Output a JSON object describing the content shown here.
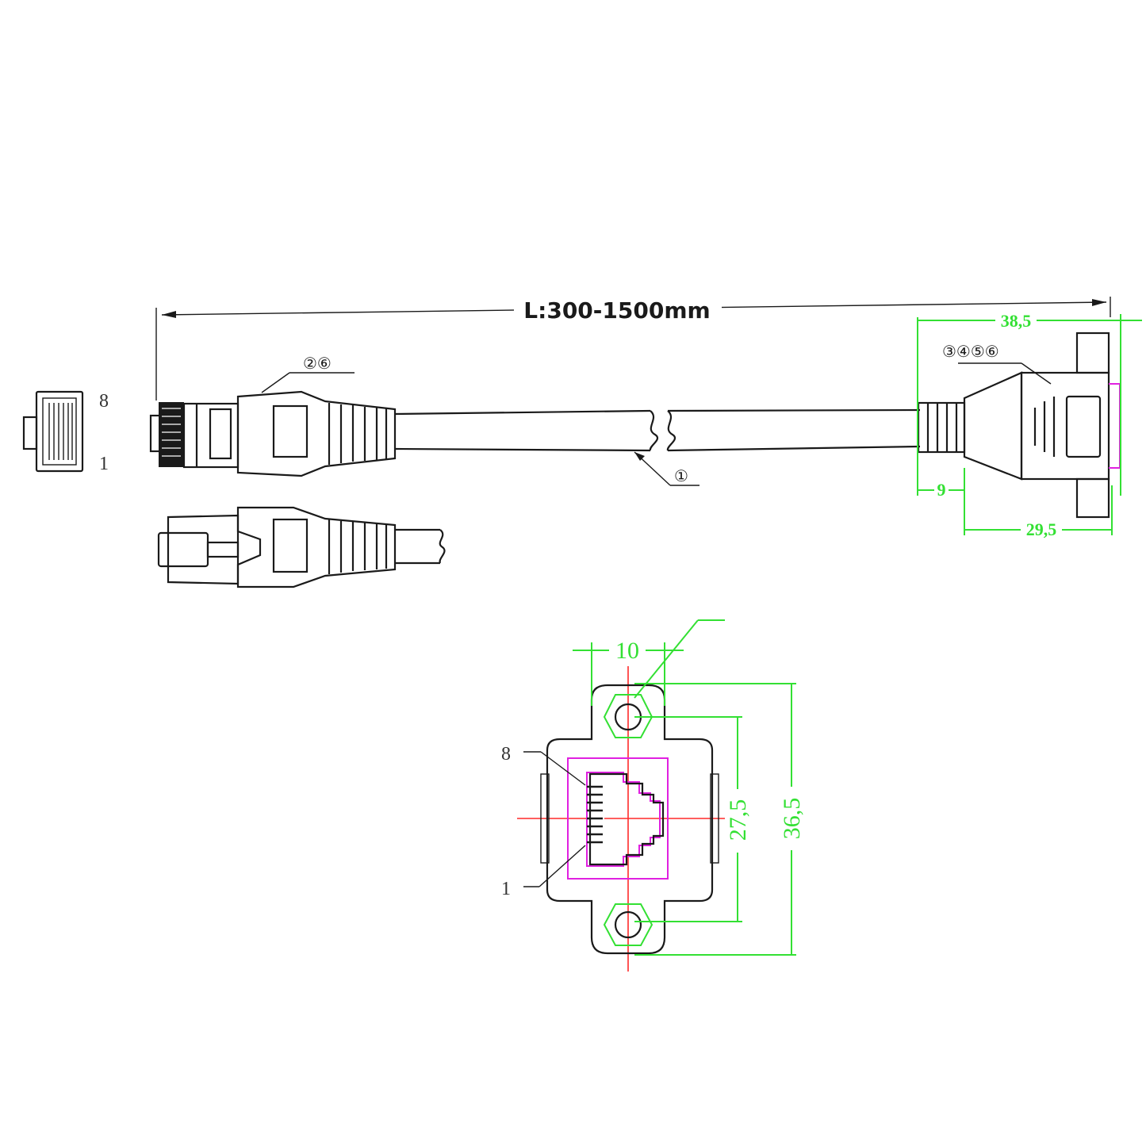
{
  "length_label": "L:300-1500mm",
  "plug_end": {
    "pin_top": "8",
    "pin_bottom": "1",
    "callout": "②⑥"
  },
  "cable": {
    "callout": "①"
  },
  "panel_end": {
    "callout": "③④⑤⑥",
    "dim_total": "38,5",
    "dim_strain": "9",
    "dim_body": "29,5"
  },
  "front_view": {
    "dim_width": "10",
    "dim_hole_spacing": "27,5",
    "dim_height": "36,5",
    "pin_top": "8",
    "pin_bottom": "1"
  },
  "colors": {
    "outline": "#1a1a1a",
    "dimension": "#33e033",
    "centerline": "#ff2a2a",
    "jack": "#e020e0"
  }
}
